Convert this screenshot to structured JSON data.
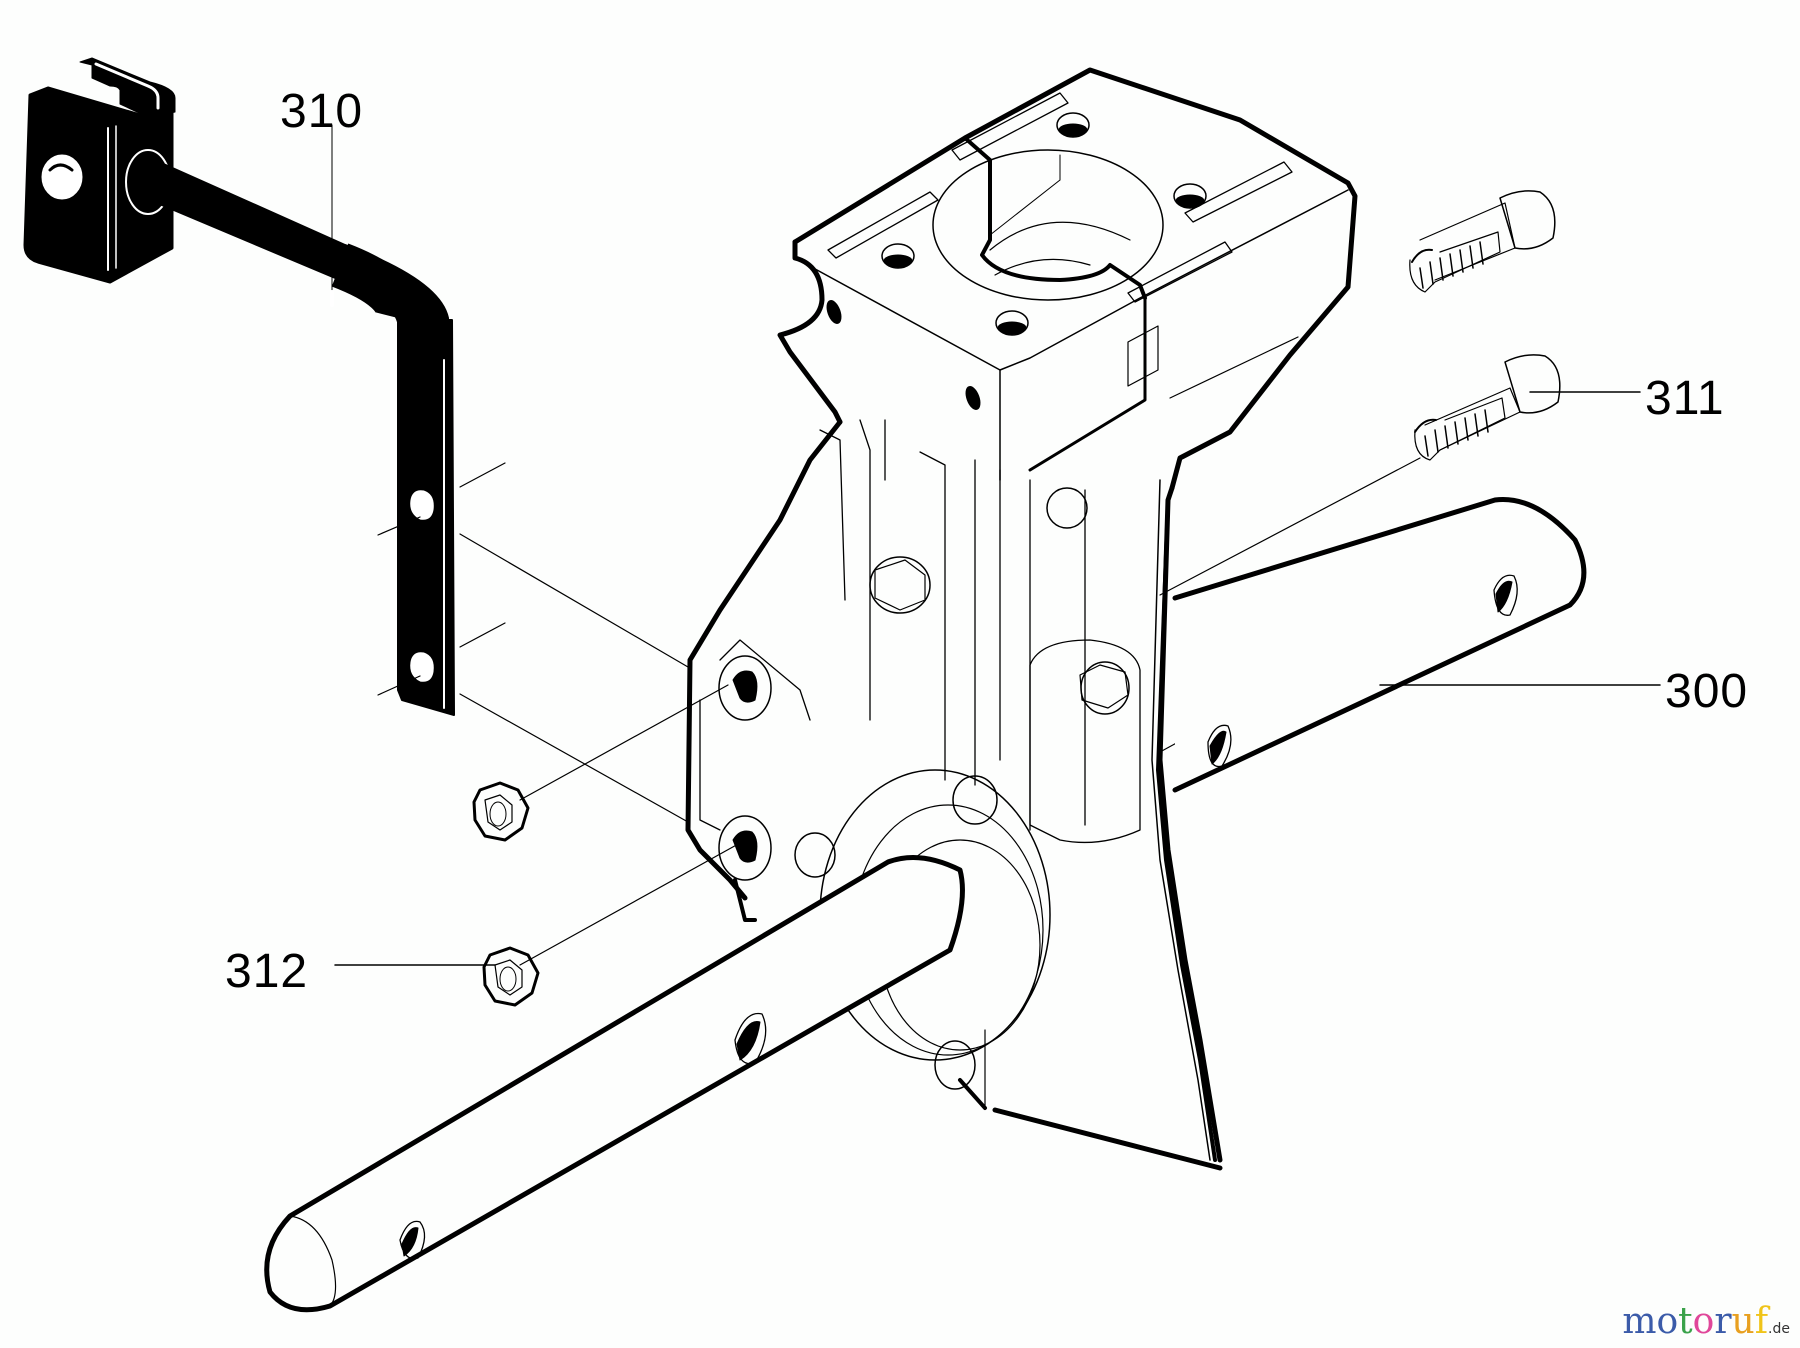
{
  "diagram": {
    "type": "exploded-parts-view",
    "callouts": [
      {
        "id": "310",
        "label": "310",
        "part": "bracket"
      },
      {
        "id": "311",
        "label": "311",
        "part": "bolt"
      },
      {
        "id": "300",
        "label": "300",
        "part": "axle-shaft"
      },
      {
        "id": "312",
        "label": "312",
        "part": "hex-nut"
      }
    ]
  },
  "watermark": {
    "letters": [
      "m",
      "o",
      "t",
      "o",
      "r",
      "u",
      "f"
    ],
    "colors": [
      "#3b5ba9",
      "#3b5ba9",
      "#3aa24a",
      "#e0479a",
      "#3b5ba9",
      "#e8a020",
      "#f0c419"
    ],
    "suffix": ".de"
  },
  "colors": {
    "ink": "#000000",
    "paper": "#fdfefd"
  }
}
